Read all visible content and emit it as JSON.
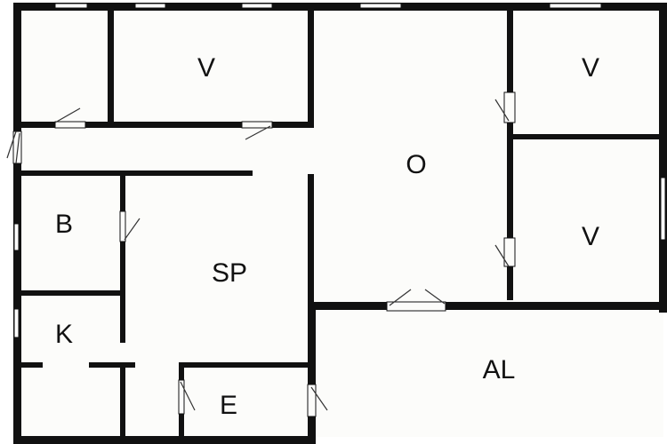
{
  "rooms": {
    "v_top_left": "V",
    "v_top_right": "V",
    "o_center": "O",
    "v_right": "V",
    "b_left": "B",
    "sp_center": "SP",
    "k_left": "K",
    "al_bottom": "AL",
    "e_bottom": "E"
  },
  "colors": {
    "wall": "#111111",
    "floor": "#fcfcfa",
    "window": "#ffffff",
    "door": "#333333"
  }
}
